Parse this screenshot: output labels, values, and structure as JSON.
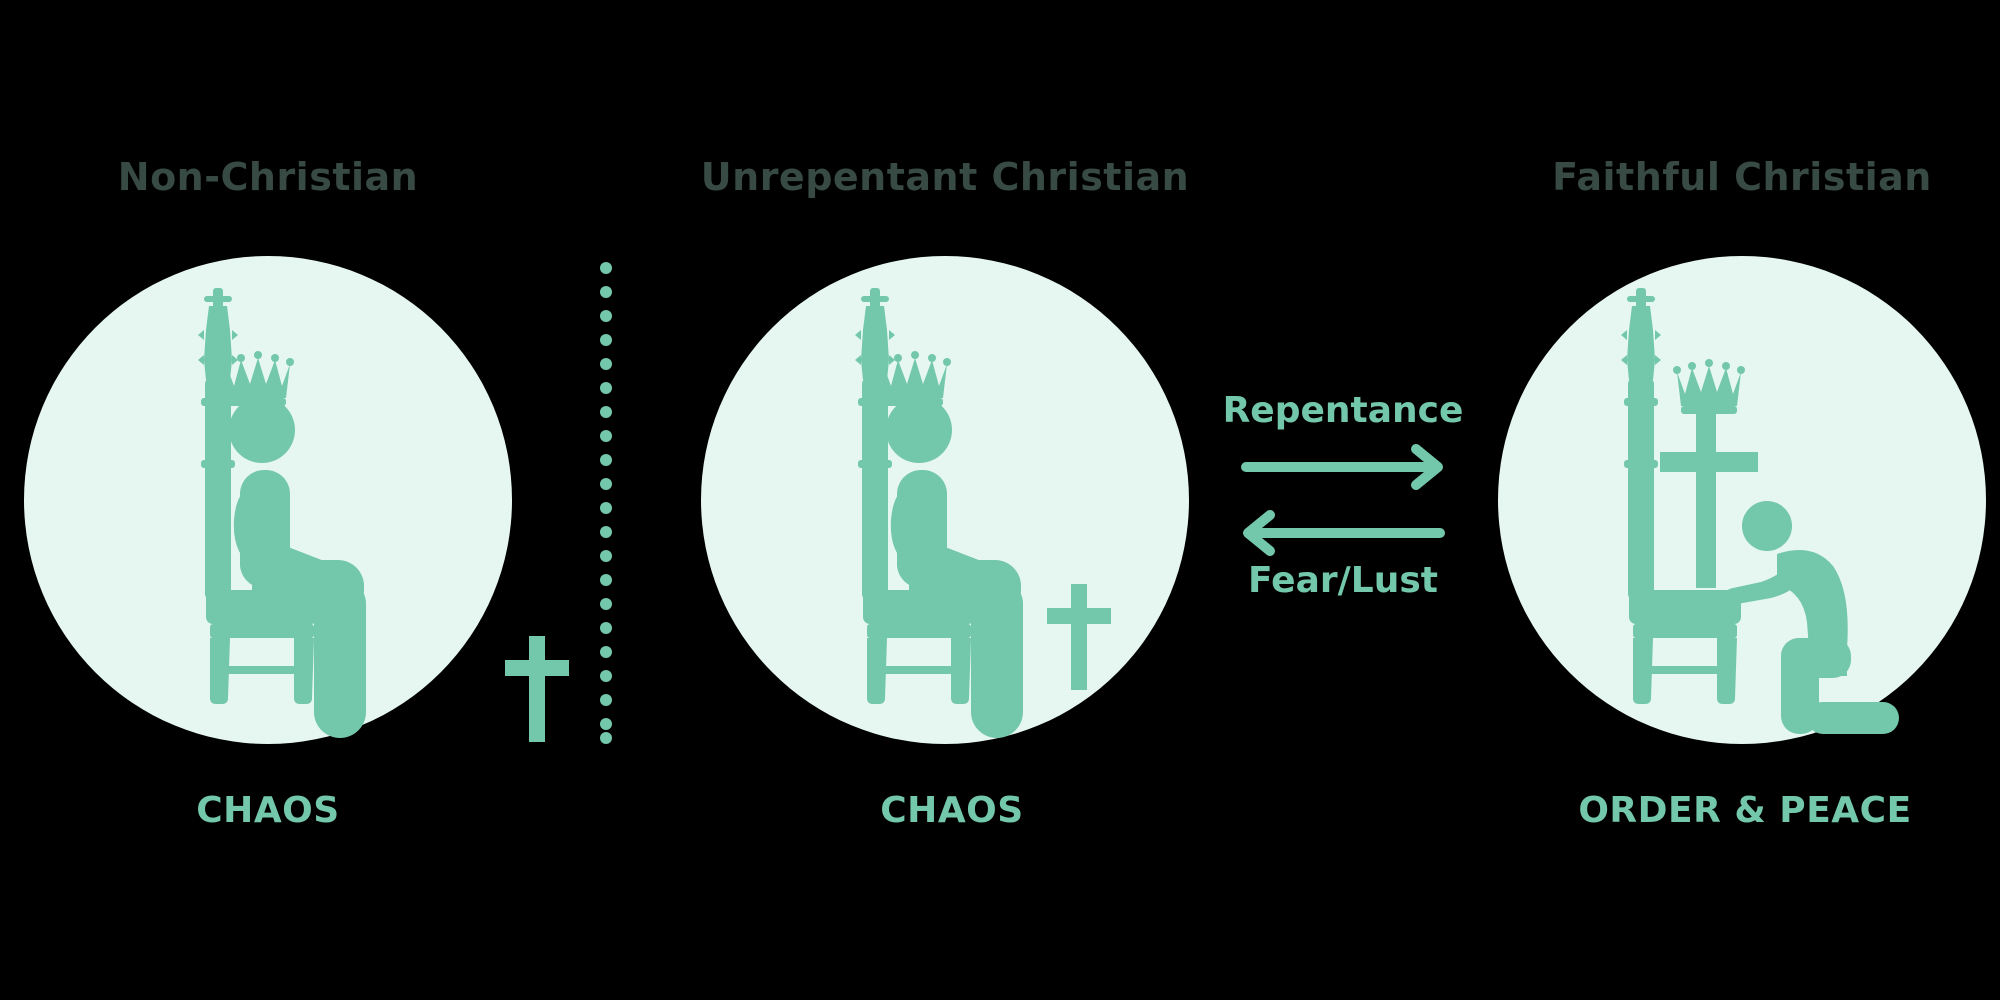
{
  "colors": {
    "background": "#000000",
    "circle_fill": "#e5f7f0",
    "figure_fill": "#73c7ab",
    "heading_text": "#384a44",
    "accent_text": "#73c7ab"
  },
  "panels": [
    {
      "heading": "Non-Christian",
      "state": "CHAOS"
    },
    {
      "heading": "Unrepentant Christian",
      "state": "CHAOS"
    },
    {
      "heading": "Faithful Christian",
      "state": "ORDER & PEACE"
    }
  ],
  "transitions": {
    "forward_label": "Repentance",
    "backward_label": "Fear/Lust"
  },
  "icons": [
    "throne-icon",
    "crown-icon",
    "seated-person-icon",
    "cross-icon",
    "kneeling-person-icon",
    "dotted-divider",
    "arrow-right-icon",
    "arrow-left-icon"
  ]
}
